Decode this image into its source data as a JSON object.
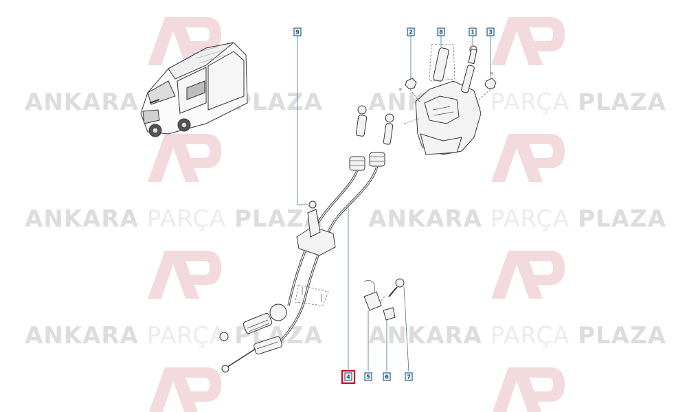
{
  "watermark": {
    "brand": "AP",
    "word1": "ANKARA",
    "word2": "PARÇA",
    "word3": "PLAZA"
  },
  "callouts": [
    {
      "id": "c1",
      "label": "1",
      "highlighted": false
    },
    {
      "id": "c2",
      "label": "2",
      "highlighted": false
    },
    {
      "id": "c3",
      "label": "3",
      "highlighted": false
    },
    {
      "id": "c4",
      "label": "4",
      "highlighted": true
    },
    {
      "id": "c5",
      "label": "5",
      "highlighted": false
    },
    {
      "id": "c6",
      "label": "6",
      "highlighted": false
    },
    {
      "id": "c7",
      "label": "7",
      "highlighted": false
    },
    {
      "id": "c8",
      "label": "8",
      "highlighted": false
    },
    {
      "id": "c9",
      "label": "9",
      "highlighted": false
    }
  ],
  "colors": {
    "highlight": "#d0021b",
    "callout_border": "#1f5f8b",
    "watermark_logo": "#f0d5d8"
  }
}
